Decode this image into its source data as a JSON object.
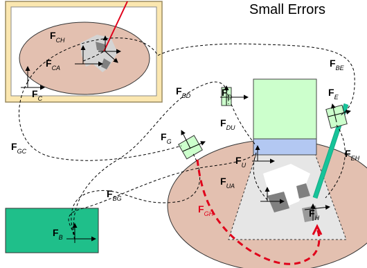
{
  "title": "Small Errors",
  "labels": {
    "f_ch": {
      "main": "F",
      "sub": "CH"
    },
    "f_ca": {
      "main": "F",
      "sub": "CA"
    },
    "f_c": {
      "main": "F",
      "sub": "C"
    },
    "f_bd": {
      "main": "F",
      "sub": "BD"
    },
    "f_be": {
      "main": "F",
      "sub": "BE"
    },
    "f_d": {
      "main": "F",
      "sub": "D"
    },
    "f_du": {
      "main": "F",
      "sub": "DU"
    },
    "f_e": {
      "main": "F",
      "sub": "E"
    },
    "f_eh": {
      "main": "F",
      "sub": "EH"
    },
    "f_gc": {
      "main": "F",
      "sub": "GC"
    },
    "f_g": {
      "main": "F",
      "sub": "G"
    },
    "f_u": {
      "main": "F",
      "sub": "U"
    },
    "f_ua": {
      "main": "F",
      "sub": "UA"
    },
    "f_bg": {
      "main": "F",
      "sub": "BG"
    },
    "f_gh": {
      "main": "F",
      "sub": "GH"
    },
    "f_h": {
      "main": "F",
      "sub": "H"
    },
    "f_b": {
      "main": "F",
      "sub": "B"
    }
  },
  "colors": {
    "monitor_bg": "#fbe7b0",
    "tissue": "#e3c0b0",
    "green_block": "#ccffcc",
    "blue_strip": "#b3c8f2",
    "base_teal": "#1fbf8a",
    "tool_teal": "#16c49a",
    "red_path": "#e0001a"
  }
}
